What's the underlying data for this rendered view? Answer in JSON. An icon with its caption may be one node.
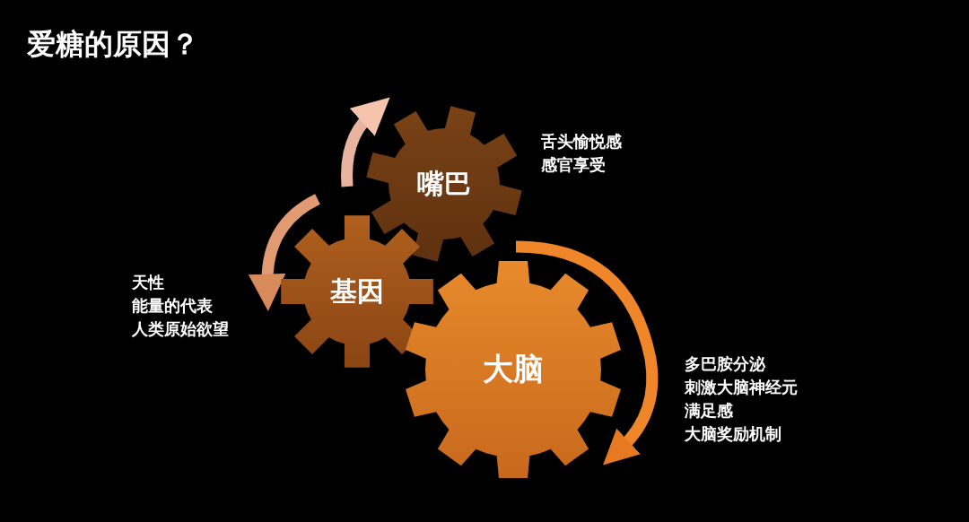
{
  "diagram": {
    "title": "爱**糖**的原因？",
    "nodes": [
      {
        "text": [
          "嘴巴"
        ],
        "beside": [
          "舌头愉悦感",
          "感官享受"
        ]
      },
      {
        "text": [
          "基因"
        ],
        "beside": [
          "天性",
          "能量的代表",
          "人类原始欲望"
        ]
      },
      {
        "text": [
          "大脑"
        ],
        "beside": [
          "多巴胺分泌",
          "刺激大脑神经元",
          "满足感",
          "大脑奖励机制"
        ]
      }
    ]
  }
}
